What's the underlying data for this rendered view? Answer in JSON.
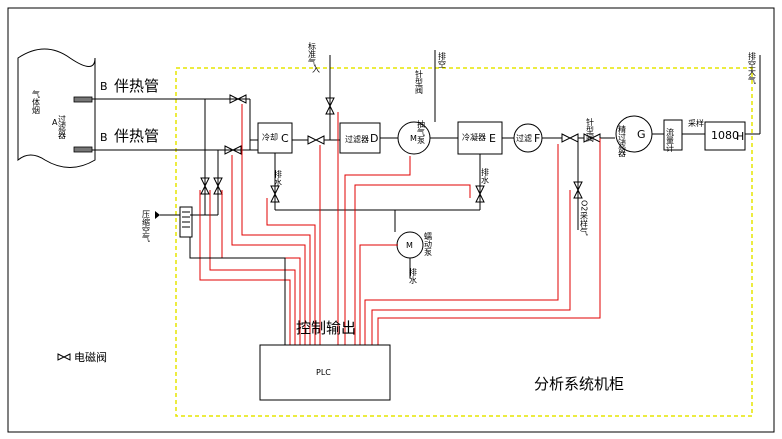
{
  "labels": {
    "sample_point": "B",
    "heat_trace_top": "伴热管",
    "heat_trace_bottom": "伴热管",
    "sample_point_bottom": "B",
    "probe_filter_letter": "A",
    "probe_filter": "过滤器",
    "flue_gas": "气体烟",
    "calibration_gas": "标准气",
    "calibration_gas_suffix": "入",
    "vent_top": "排空",
    "needle_valve_top": "针型阀",
    "cooler_c": "冷却",
    "cooler_c_letter": "C",
    "filter_d": "过滤器",
    "filter_d_letter": "D",
    "pump_m_sym": "M",
    "pump_label": "抽气泵",
    "condenser_e": "冷凝器",
    "condenser_e_letter": "E",
    "filter_f": "过滤",
    "filter_f_letter": "F",
    "needle_valve_right": "针型阀",
    "fine_filter_g": "精过滤器",
    "fine_filter_g_letter": "G",
    "flowmeter": "流量计",
    "sampling": "采样",
    "analyzer": "1080",
    "analyzer_letter": "H",
    "vent_right": "排空大气",
    "drain_c": "排水",
    "drain_e": "排水",
    "o2_outlet": "O2采样气",
    "pressure_gas": "压缩空气",
    "peristaltic_pump_sym": "M",
    "peristaltic_pump": "蠕动泵",
    "drain_pump": "排水",
    "control_output": "控制输出",
    "plc": "PLC",
    "legend": "电磁阀",
    "cabinet": "分析系统机柜"
  },
  "colors": {
    "line": "#000000",
    "control_wire": "#e00000",
    "cabinet_border": "#e6e600"
  }
}
